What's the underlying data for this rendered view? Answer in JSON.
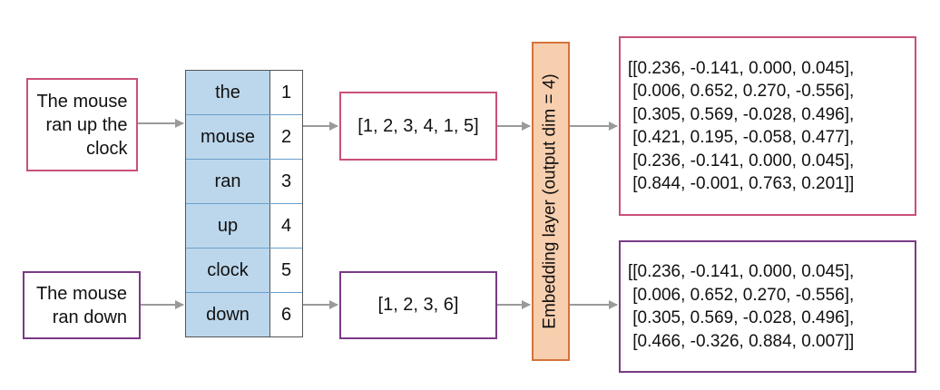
{
  "inputs": [
    {
      "lines": [
        "The mouse",
        "ran up the",
        "clock"
      ],
      "sequence": "[1, 2, 3, 4, 1, 5]"
    },
    {
      "lines": [
        "The mouse",
        "ran down"
      ],
      "sequence": "[1, 2, 3, 6]"
    }
  ],
  "vocabulary": [
    {
      "word": "the",
      "index": "1"
    },
    {
      "word": "mouse",
      "index": "2"
    },
    {
      "word": "ran",
      "index": "3"
    },
    {
      "word": "up",
      "index": "4"
    },
    {
      "word": "clock",
      "index": "5"
    },
    {
      "word": "down",
      "index": "6"
    }
  ],
  "embedding_layer": {
    "label": "Embedding layer (output dim = 4)"
  },
  "outputs": [
    {
      "rows": [
        "[[0.236, -0.141, 0.000, 0.045],",
        " [0.006, 0.652, 0.270, -0.556],",
        " [0.305, 0.569, -0.028, 0.496],",
        " [0.421, 0.195, -0.058, 0.477],",
        " [0.236, -0.141, 0.000, 0.045],",
        " [0.844, -0.001, 0.763, 0.201]]"
      ]
    },
    {
      "rows": [
        "[[0.236, -0.141, 0.000, 0.045],",
        " [0.006, 0.652, 0.270, -0.556],",
        " [0.305, 0.569, -0.028, 0.496],",
        " [0.466, -0.326, 0.884, 0.007]]"
      ]
    }
  ],
  "colors": {
    "sentence1_border": "#c9507a",
    "sentence2_border": "#7a3a86",
    "vocab_fill": "#bcd7ec",
    "embedding_fill": "#f8cfae",
    "embedding_border": "#d4733a",
    "arrow": "#9a9a9a"
  }
}
